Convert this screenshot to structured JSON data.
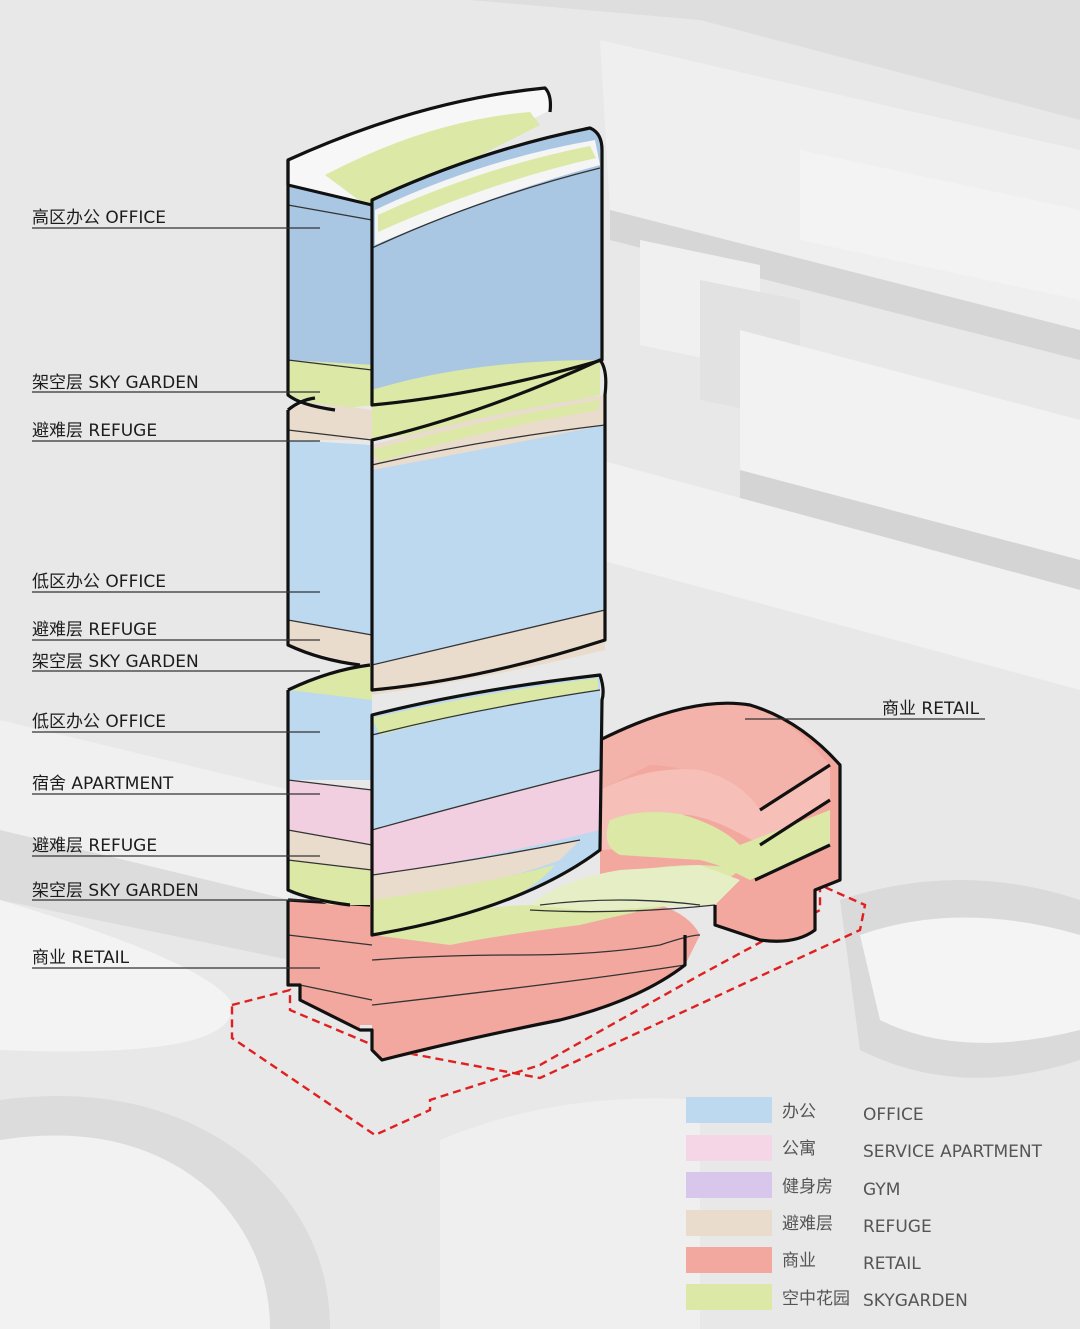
{
  "colors": {
    "office": "#a9c7e3",
    "office_light": "#bcd9ef",
    "apartment": "#f1cfe0",
    "gym": "#d8c6ec",
    "refuge": "#eadccd",
    "retail": "#f2a89e",
    "skygarden": "#dbe8a6",
    "white": "#f6f6f6",
    "redline": "#e02020"
  },
  "labels": [
    {
      "id": "high-office",
      "text": "高区办公  OFFICE"
    },
    {
      "id": "sky-garden-1",
      "text": "架空层 SKY GARDEN"
    },
    {
      "id": "refuge-1",
      "text": "避难层 REFUGE"
    },
    {
      "id": "low-office-1",
      "text": "低区办公  OFFICE"
    },
    {
      "id": "refuge-2",
      "text": "避难层 REFUGE"
    },
    {
      "id": "sky-garden-2",
      "text": "架空层 SKY GARDEN"
    },
    {
      "id": "low-office-2",
      "text": "低区办公  OFFICE"
    },
    {
      "id": "dorm",
      "text": "宿舍 APARTMENT"
    },
    {
      "id": "refuge-3",
      "text": "避难层 REFUGE"
    },
    {
      "id": "sky-garden-3",
      "text": "架空层 SKY GARDEN"
    },
    {
      "id": "retail-left",
      "text": "商业 RETAIL"
    },
    {
      "id": "retail-right",
      "text": "商业 RETAIL"
    }
  ],
  "legend": [
    {
      "key": "office",
      "cn": "办公",
      "en": "OFFICE",
      "color": "#bcd9ef"
    },
    {
      "key": "apartment",
      "cn": "公寓",
      "en": "SERVICE APARTMENT",
      "color": "#f4d6e6"
    },
    {
      "key": "gym",
      "cn": "健身房",
      "en": "GYM",
      "color": "#d8c6ec"
    },
    {
      "key": "refuge",
      "cn": "避难层",
      "en": "REFUGE",
      "color": "#eadccd"
    },
    {
      "key": "retail",
      "cn": "商业",
      "en": "RETAIL",
      "color": "#f2a89e"
    },
    {
      "key": "skygarden",
      "cn": "空中花园",
      "en": "SKYGARDEN",
      "color": "#dbe8a6"
    }
  ]
}
